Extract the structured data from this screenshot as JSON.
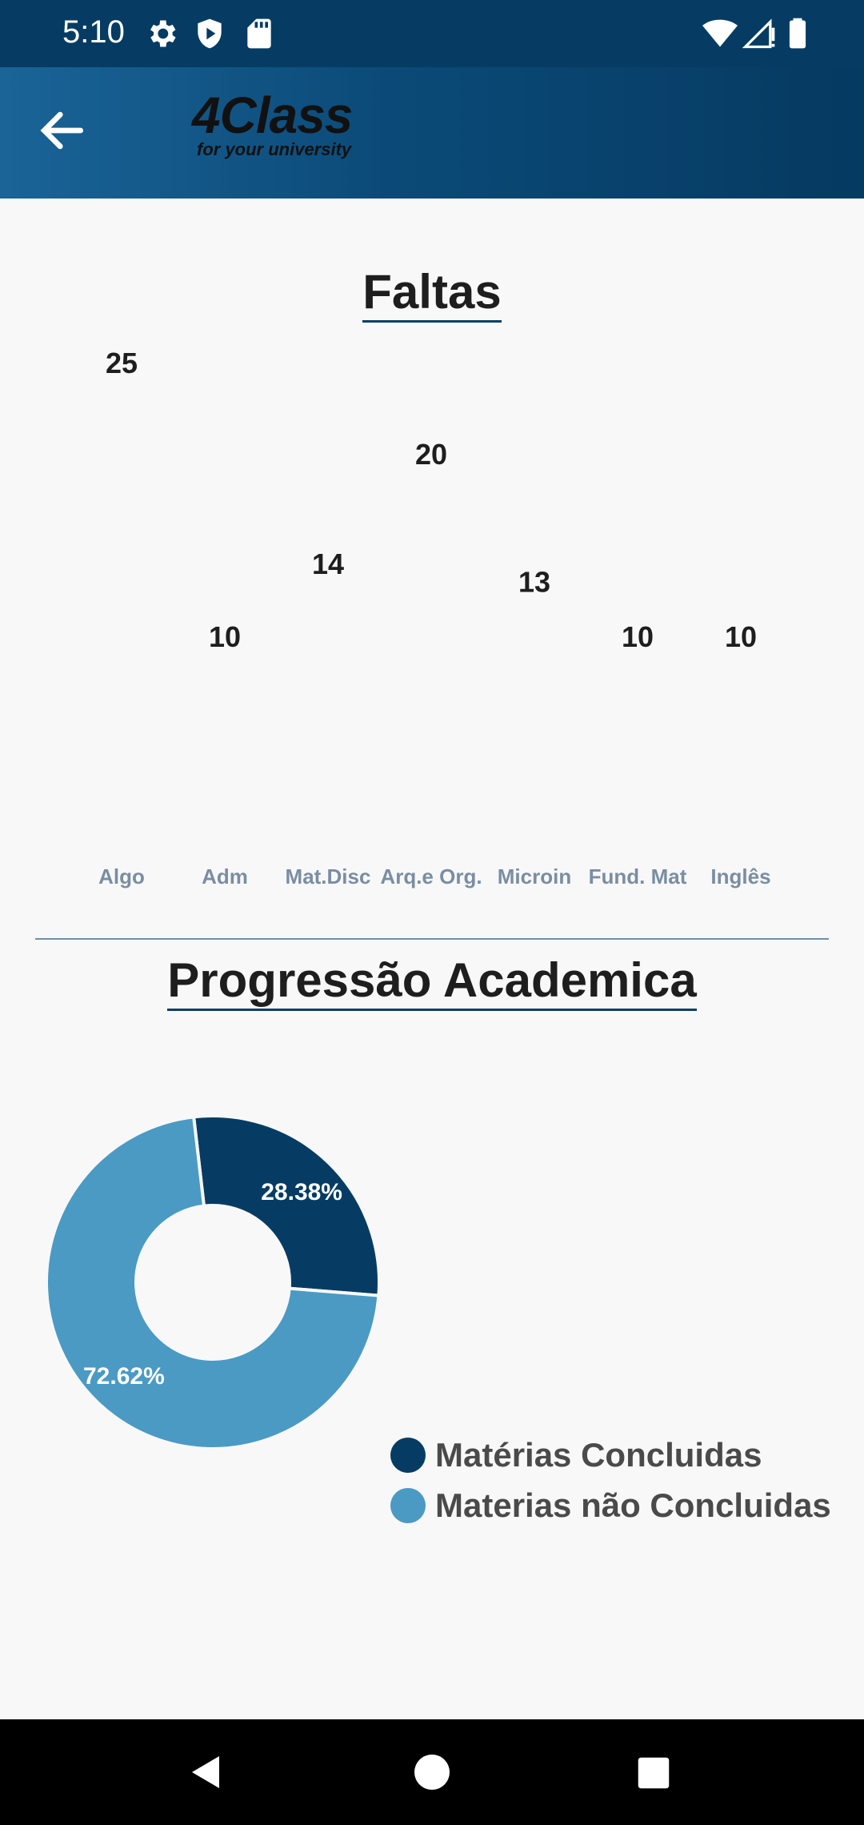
{
  "status_bar": {
    "time": "5:10",
    "icons": [
      "gear-icon",
      "shield-play-icon",
      "sd-card-icon",
      "wifi-icon",
      "signal-icon",
      "battery-icon"
    ]
  },
  "app_bar": {
    "logo_main": "4Class",
    "logo_sub": "for your university",
    "back_icon": "arrow-left-icon"
  },
  "faltas": {
    "title": "Faltas"
  },
  "progress": {
    "title": "Progressão Academica"
  },
  "colors": {
    "primary": "#063c63",
    "bar_top": "#1e87bf",
    "bar_bottom": "#063c63",
    "donut_done": "#063c63",
    "donut_pending": "#4a9ac4",
    "axis_label": "#7a8ea2"
  },
  "chart_data": [
    {
      "type": "bar",
      "title": "Faltas",
      "categories": [
        "Algo",
        "Adm",
        "Mat.Disc",
        "Arq.e Org.",
        "Microin",
        "Fund. Mat",
        "Inglês"
      ],
      "values": [
        25,
        10,
        14,
        20,
        13,
        10,
        10
      ],
      "ylim": [
        0,
        25
      ],
      "grid": false
    },
    {
      "type": "pie",
      "title": "Progressão Academica",
      "labels": [
        "Matérias Concluidas",
        "Materias não Concluidas"
      ],
      "values": [
        28.38,
        72.62
      ],
      "value_labels": [
        "28.38%",
        "72.62%"
      ],
      "legend": "bottom-right"
    }
  ],
  "nav_bar": {
    "icons": [
      "back-triangle-icon",
      "home-circle-icon",
      "recents-square-icon"
    ]
  }
}
